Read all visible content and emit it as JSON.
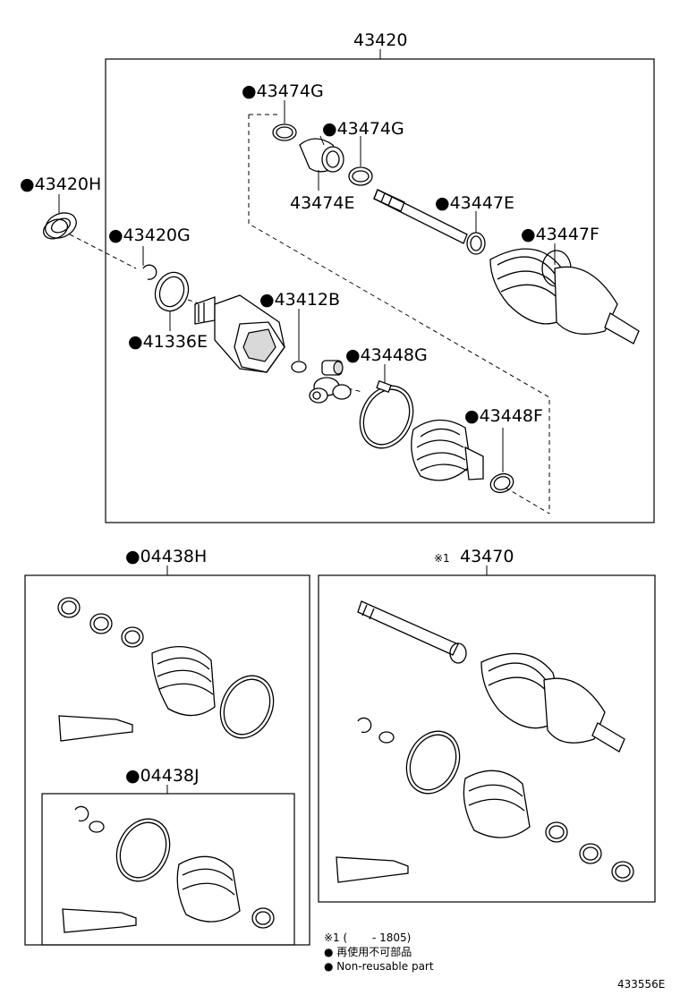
{
  "labels": {
    "main_assembly": "43420",
    "p43474G_a": "●43474G",
    "p43474G_b": "●43474G",
    "p43474E": "43474E",
    "p43447E": "●43447E",
    "p43447F": "●43447F",
    "p43420H": "●43420H",
    "p43420G": "●43420G",
    "p43412B": "●43412B",
    "p41336E": "●41336E",
    "p43448G": "●43448G",
    "p43448F": "●43448F",
    "kit_04438H": "●04438H",
    "kit_04438J": "●04438J",
    "alt_assembly_mark": "※1",
    "alt_assembly": "43470"
  },
  "legend": {
    "note1": "※1 (　　 - 1805)",
    "note2": "● 再使用不可部品",
    "note3": "● Non-reusable part"
  },
  "diagram_id": "433556E"
}
